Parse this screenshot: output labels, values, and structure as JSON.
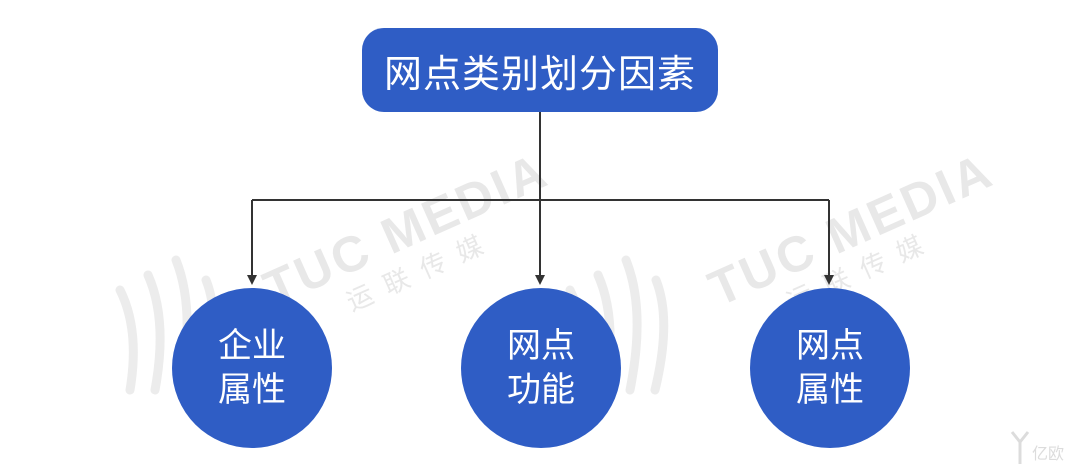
{
  "root": {
    "label": "网点类别划分因素"
  },
  "children": [
    {
      "line1": "企业",
      "line2": "属性"
    },
    {
      "line1": "网点",
      "line2": "功能"
    },
    {
      "line1": "网点",
      "line2": "属性"
    }
  ],
  "watermark": {
    "text": "TUC MEDIA",
    "subtext": "运联传媒",
    "corner_brand": "亿欧"
  },
  "colors": {
    "node_fill": "#2f5dc5",
    "node_text": "#ffffff",
    "connector": "#333333",
    "watermark": "#e8e8e8"
  }
}
